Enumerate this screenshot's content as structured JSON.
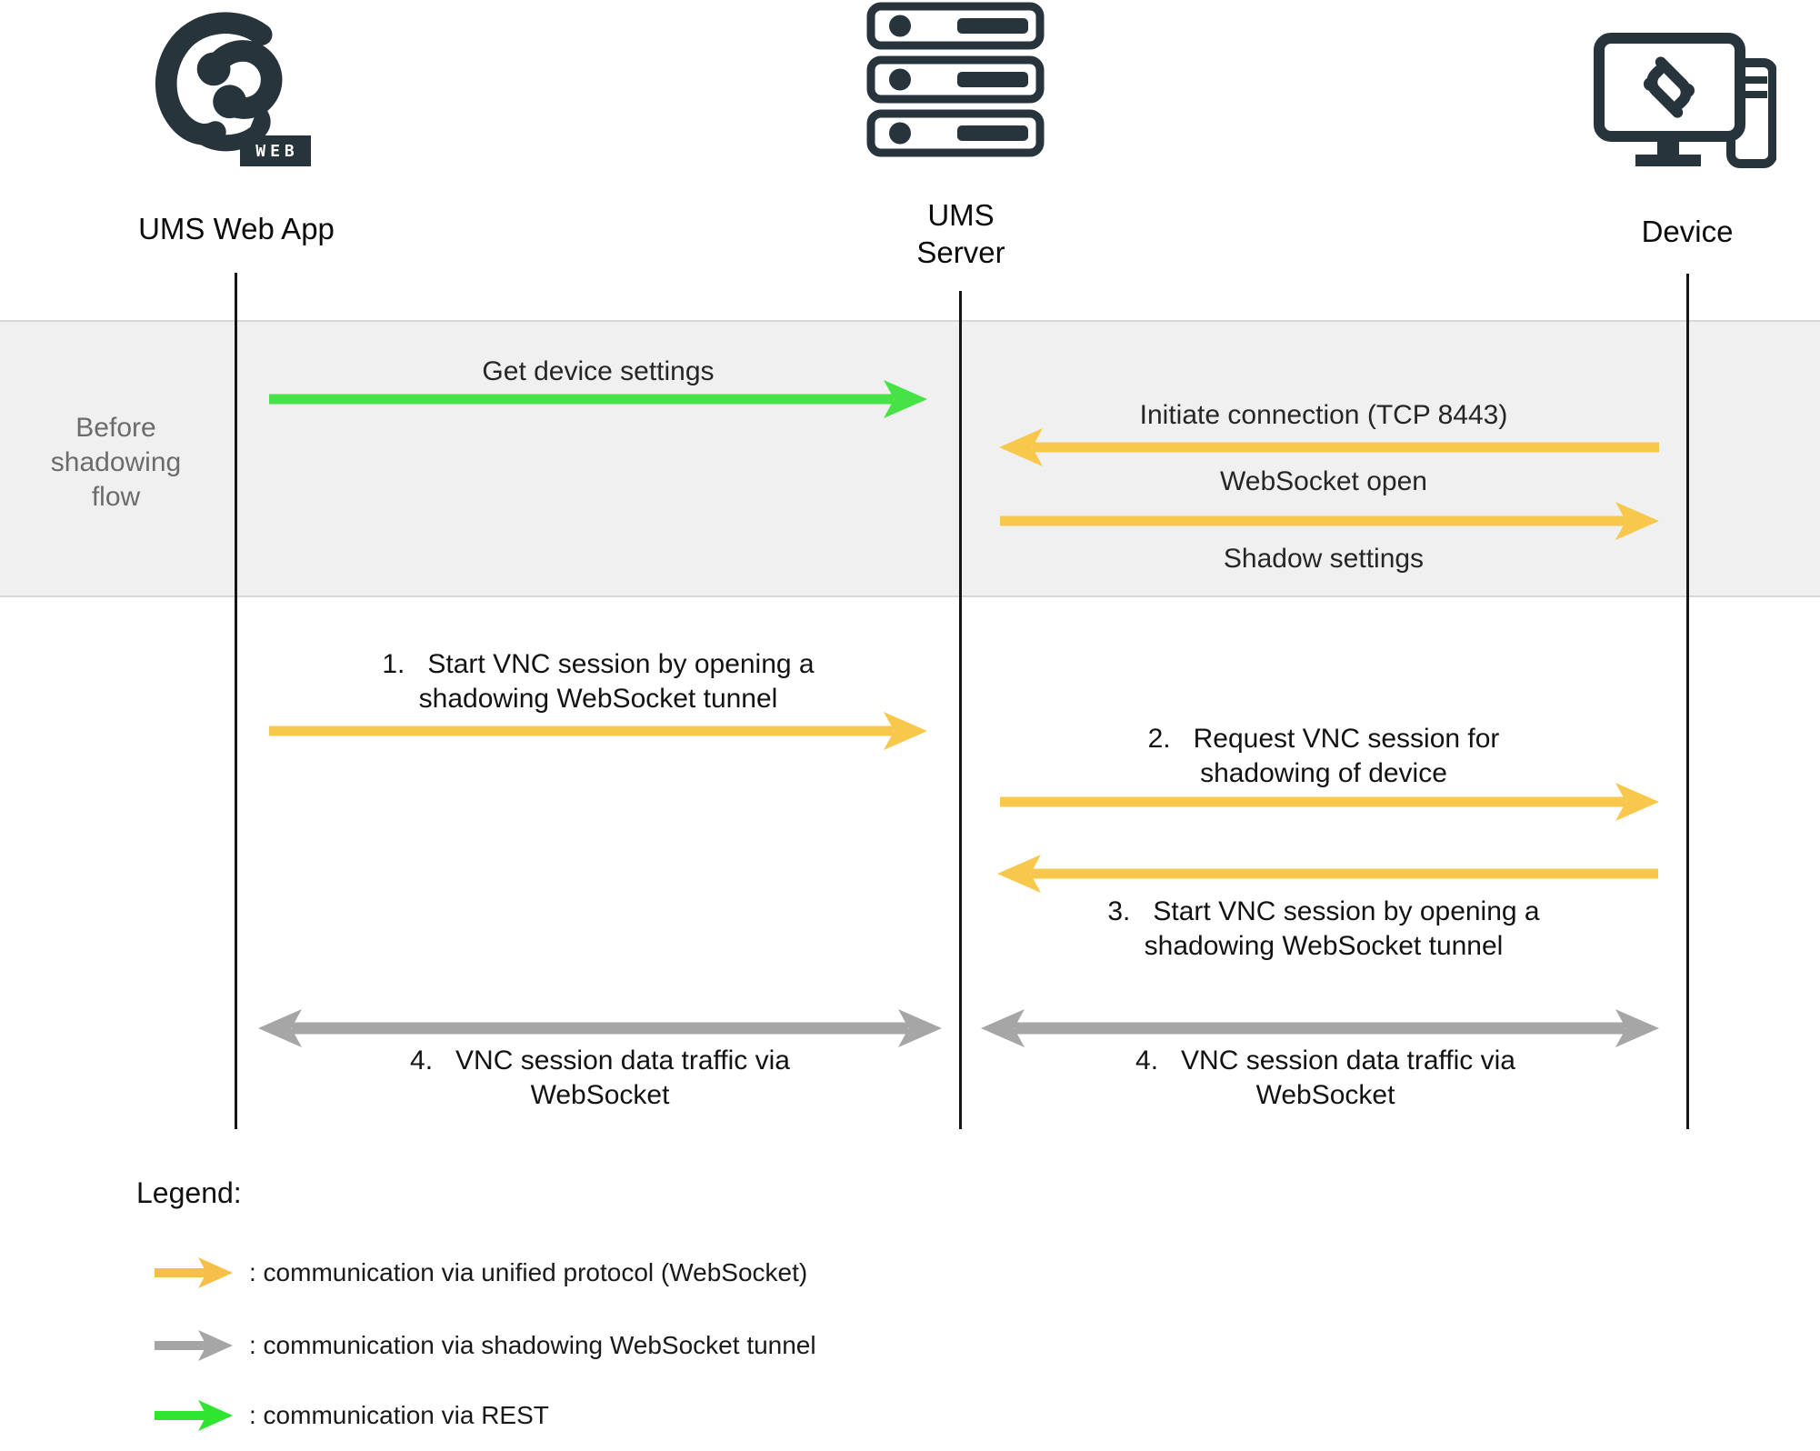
{
  "actors": {
    "web_app": {
      "label": "UMS Web App",
      "badge": "WEB"
    },
    "server": {
      "label": "UMS\nServer"
    },
    "device": {
      "label": "Device"
    }
  },
  "colors": {
    "accent_dark": "#28343C",
    "unified_protocol_yellow": "#F8C84C",
    "rest_green": "#46E246",
    "shadow_tunnel_gray": "#A6A6A6",
    "section_band_gray": "#F0F0F0"
  },
  "before_flow": {
    "section_label": "Before\nshadowing\nflow",
    "messages": {
      "get_device_settings": {
        "label": "Get device settings",
        "protocol": "REST",
        "from": "UMS Web App",
        "to": "UMS Server"
      },
      "initiate_connection": {
        "label": "Initiate connection (TCP 8443)",
        "protocol": "unified protocol (WebSocket)",
        "from": "Device",
        "to": "UMS Server"
      },
      "websocket_open": {
        "label": "WebSocket open",
        "protocol": "unified protocol (WebSocket)",
        "from": "UMS Server",
        "to": "Device"
      },
      "shadow_settings": {
        "label": "Shadow settings",
        "protocol": "unified protocol (WebSocket)",
        "from": "UMS Server",
        "to": "Device"
      }
    }
  },
  "shadowing_flow": {
    "steps": {
      "step1": {
        "label": "1.   Start VNC session by opening a\nshadowing WebSocket tunnel",
        "protocol": "unified protocol (WebSocket)",
        "from": "UMS Web App",
        "to": "UMS Server"
      },
      "step2": {
        "label": "2.   Request VNC session for\nshadowing of device",
        "protocol": "unified protocol (WebSocket)",
        "from": "UMS Server",
        "to": "Device"
      },
      "step3": {
        "label": "3.   Start VNC session by opening a\nshadowing WebSocket tunnel",
        "protocol": "unified protocol (WebSocket)",
        "from": "Device",
        "to": "UMS Server"
      },
      "step4_web": {
        "label": "4.   VNC session data traffic via\nWebSocket",
        "protocol": "shadowing WebSocket tunnel",
        "between": "UMS Web App and UMS Server"
      },
      "step4_device": {
        "label": "4.   VNC session data traffic via\nWebSocket",
        "protocol": "shadowing WebSocket tunnel",
        "between": "UMS Server and Device"
      }
    }
  },
  "legend": {
    "title": "Legend:",
    "entries": [
      {
        "arrow_color": "#F6BF49",
        "label": ": communication via unified protocol (WebSocket)"
      },
      {
        "arrow_color": "#A6A6A6",
        "label": ": communication via shadowing WebSocket tunnel"
      },
      {
        "arrow_color": "#2FE52F",
        "label": ": communication via REST"
      }
    ]
  }
}
